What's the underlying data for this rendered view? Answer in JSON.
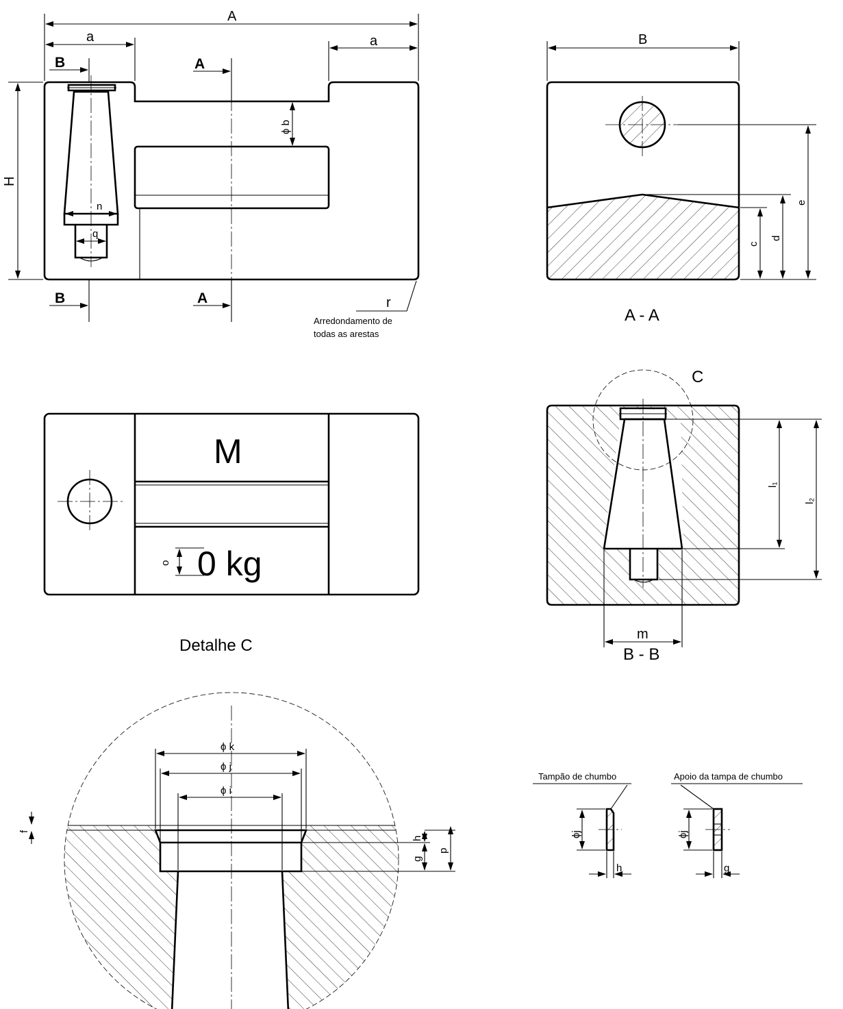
{
  "labels": {
    "A": "A",
    "a": "a",
    "B": "B",
    "H": "H",
    "phi_b": "ϕ b",
    "n": "n",
    "q": "q",
    "r": "r",
    "arred1": "Arredondamento de",
    "arred2": "todas as arestas",
    "c": "c",
    "d": "d",
    "e": "e",
    "section_aa": "A - A",
    "section_bb": "B - B",
    "m": "m",
    "l1": "l₁",
    "l2": "l₂",
    "C": "C",
    "M": "M",
    "kg": "0 kg",
    "o": "o",
    "detalhe": "Detalhe C",
    "phi_k": "ϕ k",
    "phi_j": "ϕ j",
    "phi_i": "ϕ i",
    "f": "f",
    "h": "h",
    "g": "g",
    "p": "p",
    "tampao": "Tampão de chumbo",
    "apoio": "Apoio da tampa de chumbo",
    "phi_j_small": "ϕj"
  }
}
